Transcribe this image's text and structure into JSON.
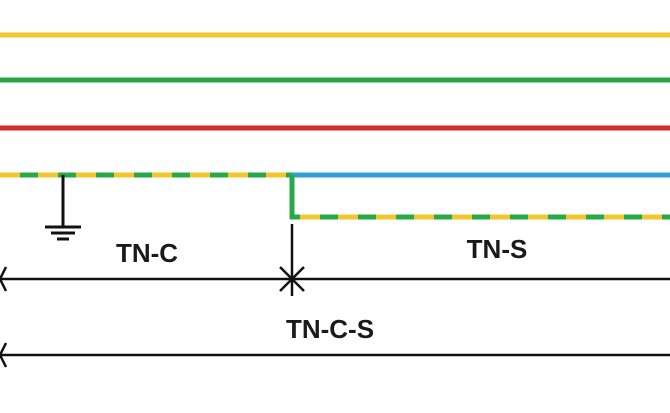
{
  "labels": {
    "tn_c": "TN-C",
    "tn_s": "TN-S",
    "tn_c_s": "TN-C-S"
  },
  "colors": {
    "phase_l1": "#f2c72e",
    "phase_l2": "#29a84a",
    "phase_l3": "#d42a2a",
    "neutral": "#2f9fd6",
    "pe_yellow": "#f2c72e",
    "pe_green": "#29a84a",
    "ground": "#111111",
    "dimension": "#111111"
  }
}
